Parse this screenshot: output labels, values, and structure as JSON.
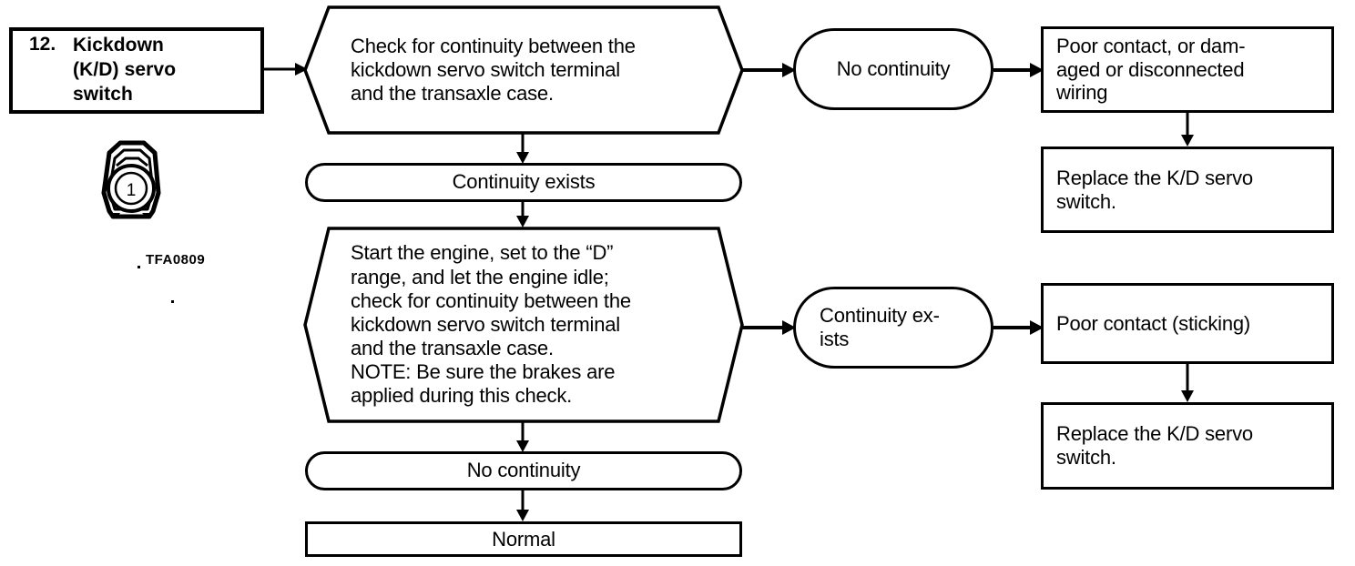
{
  "diagram": {
    "reference_label": "TFA0809",
    "step_number": "12.",
    "step_title": "Kickdown\n(K/D) servo\nswitch",
    "connector_terminal": "1",
    "ink_color": "#000000",
    "background_color": "#ffffff"
  },
  "nodes": {
    "check_continuity": "Check for continuity between the\nkickdown servo switch terminal\nand the transaxle case.",
    "continuity_exists": "Continuity exists",
    "engine_check": "Start the engine, set to the “D”\nrange, and let the engine idle;\ncheck for continuity between the\nkickdown servo switch terminal\nand the transaxle case.\nNOTE: Be sure the brakes are\napplied during this check.",
    "no_continuity_bottom": "No continuity",
    "normal": "Normal",
    "no_continuity_branch": "No continuity",
    "continuity_exists_branch": "Continuity ex-\nists",
    "poor_contact_wiring": "Poor contact, or dam-\naged or disconnected\nwiring",
    "replace_switch_top": "Replace the K/D servo\nswitch.",
    "poor_contact_sticking": "Poor contact (sticking)",
    "replace_switch_bottom": "Replace the K/D servo\nswitch."
  }
}
